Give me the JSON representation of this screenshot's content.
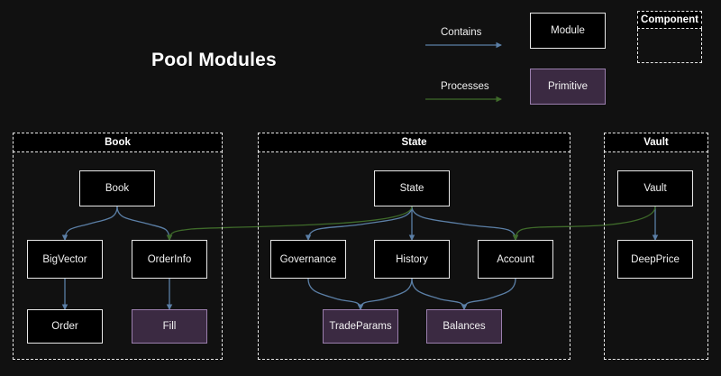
{
  "diagram": {
    "title": "Pool Modules",
    "background_color": "#111111",
    "module_fill": "#000000",
    "module_border": "#e8e8e8",
    "primitive_fill": "#3b2a42",
    "primitive_border": "#9b7fae",
    "contains_edge_color": "#5b7fa6",
    "processes_edge_color": "#3f6b2a"
  },
  "legend": {
    "contains_label": "Contains",
    "processes_label": "Processes",
    "module_label": "Module",
    "primitive_label": "Primitive",
    "component_label": "Component"
  },
  "clusters": [
    {
      "id": "book",
      "label": "Book"
    },
    {
      "id": "state",
      "label": "State"
    },
    {
      "id": "vault",
      "label": "Vault"
    }
  ],
  "nodes": {
    "book": {
      "label": "Book",
      "type": "module",
      "cluster": "Book"
    },
    "bigvector": {
      "label": "BigVector",
      "type": "module",
      "cluster": "Book"
    },
    "orderinfo": {
      "label": "OrderInfo",
      "type": "module",
      "cluster": "Book"
    },
    "order": {
      "label": "Order",
      "type": "module",
      "cluster": "Book"
    },
    "fill": {
      "label": "Fill",
      "type": "primitive",
      "cluster": "Book"
    },
    "state": {
      "label": "State",
      "type": "module",
      "cluster": "State"
    },
    "governance": {
      "label": "Governance",
      "type": "module",
      "cluster": "State"
    },
    "history": {
      "label": "History",
      "type": "module",
      "cluster": "State"
    },
    "account": {
      "label": "Account",
      "type": "module",
      "cluster": "State"
    },
    "tradeparams": {
      "label": "TradeParams",
      "type": "primitive",
      "cluster": "State"
    },
    "balances": {
      "label": "Balances",
      "type": "primitive",
      "cluster": "State"
    },
    "vault": {
      "label": "Vault",
      "type": "module",
      "cluster": "Vault"
    },
    "deepprice": {
      "label": "DeepPrice",
      "type": "module",
      "cluster": "Vault"
    }
  },
  "edges": [
    {
      "from": "book",
      "to": "bigvector",
      "kind": "contains"
    },
    {
      "from": "book",
      "to": "orderinfo",
      "kind": "contains"
    },
    {
      "from": "bigvector",
      "to": "order",
      "kind": "contains"
    },
    {
      "from": "orderinfo",
      "to": "fill",
      "kind": "contains"
    },
    {
      "from": "state",
      "to": "governance",
      "kind": "contains"
    },
    {
      "from": "state",
      "to": "history",
      "kind": "contains"
    },
    {
      "from": "state",
      "to": "account",
      "kind": "contains"
    },
    {
      "from": "governance",
      "to": "tradeparams",
      "kind": "contains"
    },
    {
      "from": "history",
      "to": "tradeparams",
      "kind": "contains"
    },
    {
      "from": "history",
      "to": "balances",
      "kind": "contains"
    },
    {
      "from": "account",
      "to": "balances",
      "kind": "contains"
    },
    {
      "from": "vault",
      "to": "deepprice",
      "kind": "contains"
    },
    {
      "from": "state",
      "to": "orderinfo",
      "kind": "processes"
    },
    {
      "from": "vault",
      "to": "account",
      "kind": "processes"
    }
  ]
}
